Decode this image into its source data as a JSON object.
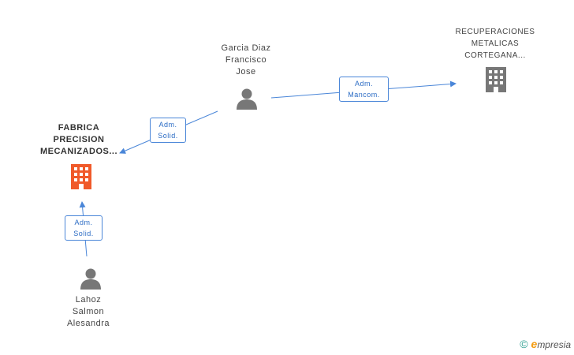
{
  "nodes": {
    "garcia": {
      "lines": [
        "Garcia Diaz",
        "Francisco",
        "Jose"
      ],
      "type": "person"
    },
    "recuperaciones": {
      "lines": [
        "RECUPERACIONES",
        "METALICAS",
        "CORTEGANA..."
      ],
      "type": "company"
    },
    "fabrica": {
      "lines": [
        "FABRICA",
        "PRECISION",
        "MECANIZADOS..."
      ],
      "type": "company-highlight"
    },
    "lahoz": {
      "lines": [
        "Lahoz",
        "Salmon",
        "Alesandra"
      ],
      "type": "person"
    }
  },
  "relations": {
    "garcia_recuperaciones": {
      "lines": [
        "Adm.",
        "Mancom."
      ]
    },
    "garcia_fabrica": {
      "lines": [
        "Adm.",
        "Solid."
      ]
    },
    "lahoz_fabrica": {
      "lines": [
        "Adm.",
        "Solid."
      ]
    }
  },
  "colors": {
    "edge": "#4a86d8",
    "person_icon": "#777777",
    "company_icon": "#777777",
    "company_highlight": "#f05a2a"
  },
  "brand": {
    "copyright": "©",
    "e": "e",
    "rest": "mpresia"
  }
}
